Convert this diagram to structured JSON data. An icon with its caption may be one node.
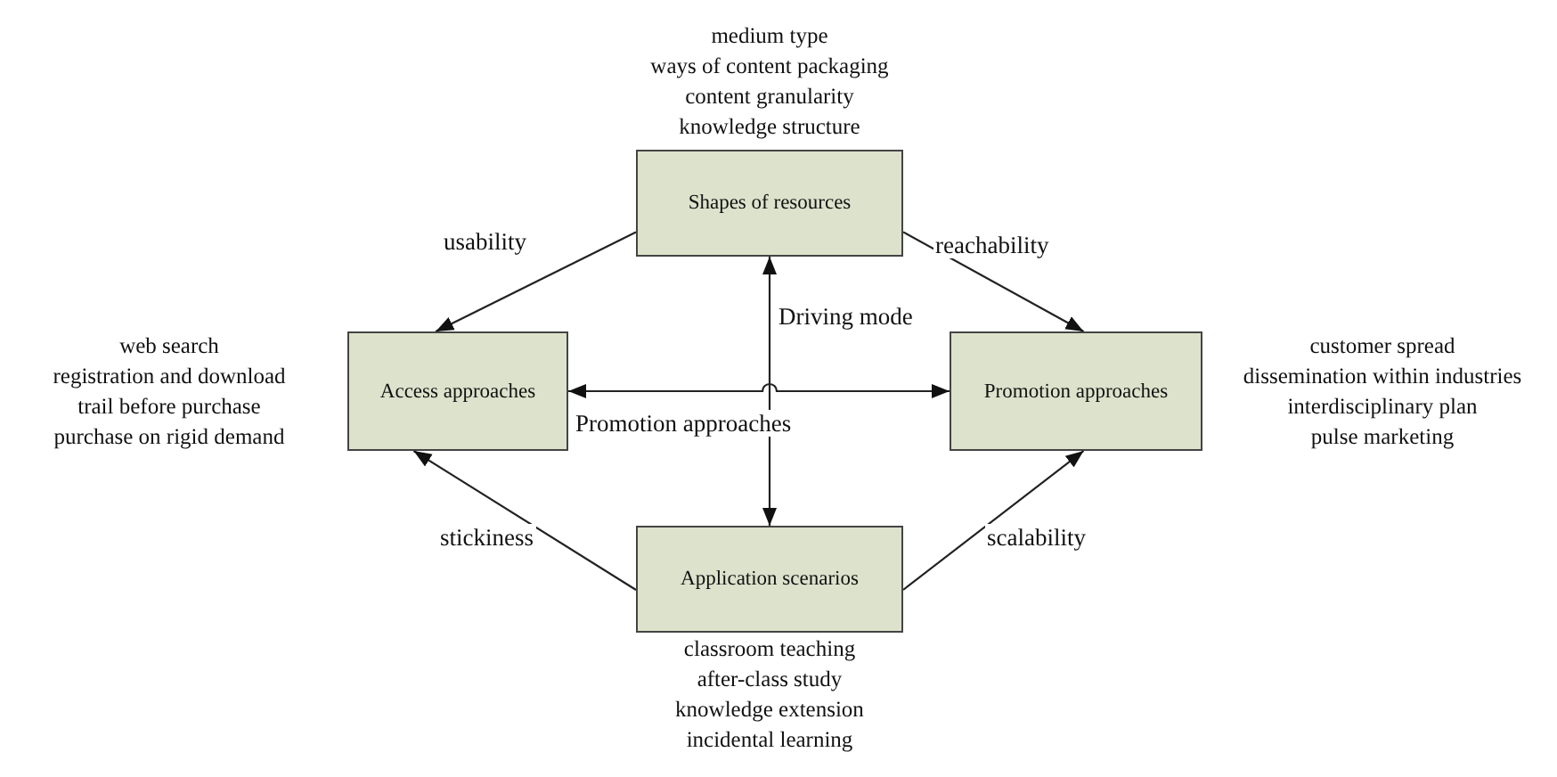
{
  "diagram": {
    "nodes": [
      {
        "text": [
          "Shapes of resources"
        ],
        "beside": [
          "medium type",
          "ways of content packaging",
          "content granularity",
          "knowledge structure"
        ]
      },
      {
        "text": [
          "Access approaches"
        ],
        "beside": [
          "web search",
          "registration and download",
          "trail before purchase",
          "purchase on rigid demand"
        ]
      },
      {
        "text": [
          "Promotion approaches"
        ],
        "beside": [
          "customer spread",
          "dissemination within industries",
          "interdisciplinary plan",
          "pulse marketing"
        ]
      },
      {
        "text": [
          "Application scenarios"
        ],
        "beside": [
          "classroom teaching",
          "after-class study",
          "knowledge extension",
          "incidental learning"
        ]
      }
    ],
    "edges": [
      {
        "from": 0,
        "to": 1,
        "arrow": "to",
        "label": "usability"
      },
      {
        "from": 0,
        "to": 2,
        "arrow": "to",
        "label": "reachability"
      },
      {
        "from": 0,
        "to": 3,
        "arrow": "both",
        "label": "Driving mode"
      },
      {
        "from": 1,
        "to": 2,
        "arrow": "both",
        "label": "Promotion approaches"
      },
      {
        "from": 3,
        "to": 1,
        "arrow": "to",
        "label": "stickiness"
      },
      {
        "from": 3,
        "to": 2,
        "arrow": "to",
        "label": "scalability"
      }
    ]
  }
}
